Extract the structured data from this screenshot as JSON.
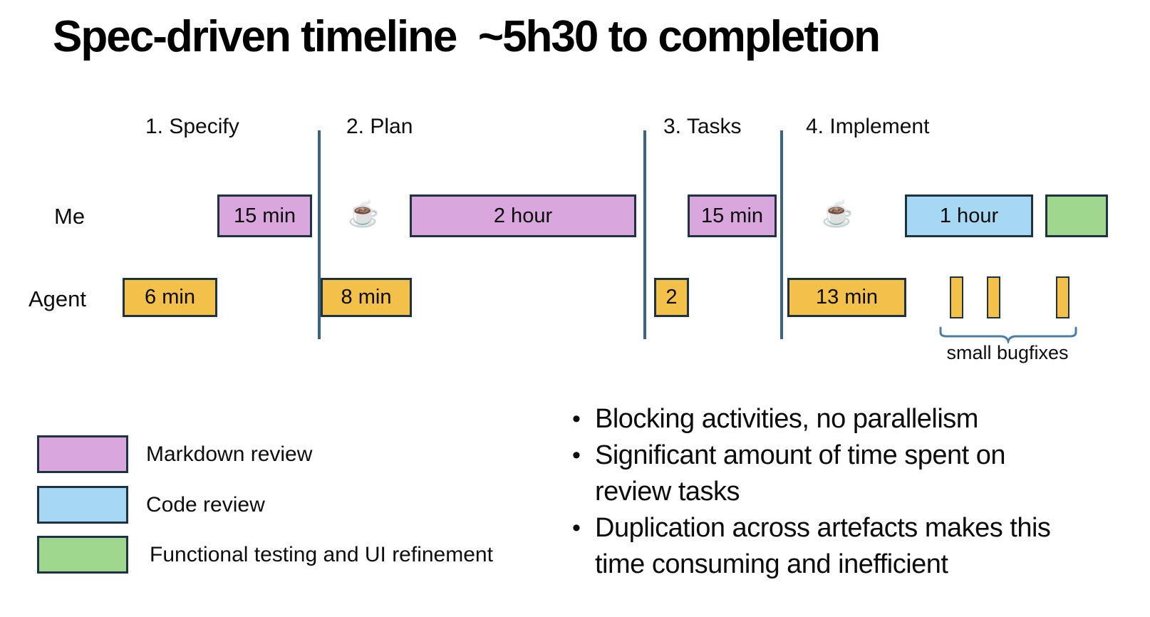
{
  "slide": {
    "title": "Spec-driven timeline  ~5h30 to completion"
  },
  "phases": [
    {
      "label": "1. Specify"
    },
    {
      "label": "2. Plan"
    },
    {
      "label": "3. Tasks"
    },
    {
      "label": "4. Implement"
    }
  ],
  "rows": {
    "me_label": "Me",
    "agent_label": "Agent"
  },
  "timeline": {
    "me_bars": [
      {
        "label": "15 min",
        "category": "markdown-review"
      },
      {
        "label": "2 hour",
        "category": "markdown-review"
      },
      {
        "label": "15 min",
        "category": "markdown-review"
      },
      {
        "label": "1 hour",
        "category": "code-review"
      },
      {
        "label": "",
        "category": "functional-testing-and-ui-refinement"
      }
    ],
    "agent_bars": [
      {
        "label": "6 min"
      },
      {
        "label": "8 min"
      },
      {
        "label": "2"
      },
      {
        "label": "13 min"
      }
    ],
    "small_bugfix_bar_count": 3,
    "bugfix_caption": "small bugfixes"
  },
  "icons": {
    "coffee": "☕"
  },
  "legend": [
    {
      "label": "Markdown review",
      "color": "#d9a6dd"
    },
    {
      "label": "Code review",
      "color": "#a6d7f3"
    },
    {
      "label": "Functional testing and UI refinement",
      "color": "#a0d78f"
    }
  ],
  "notes": [
    "Blocking activities, no parallelism",
    "Significant amount of time spent on review tasks",
    "Duplication across artefacts makes this time consuming and inefficient"
  ],
  "colors": {
    "markdown": "#d9a6dd",
    "code": "#a6d7f3",
    "functional": "#a0d78f",
    "agent": "#f3c14a",
    "bar-border": "#1d3242",
    "divider": "#3a6480",
    "bracket": "#4d7da3"
  }
}
